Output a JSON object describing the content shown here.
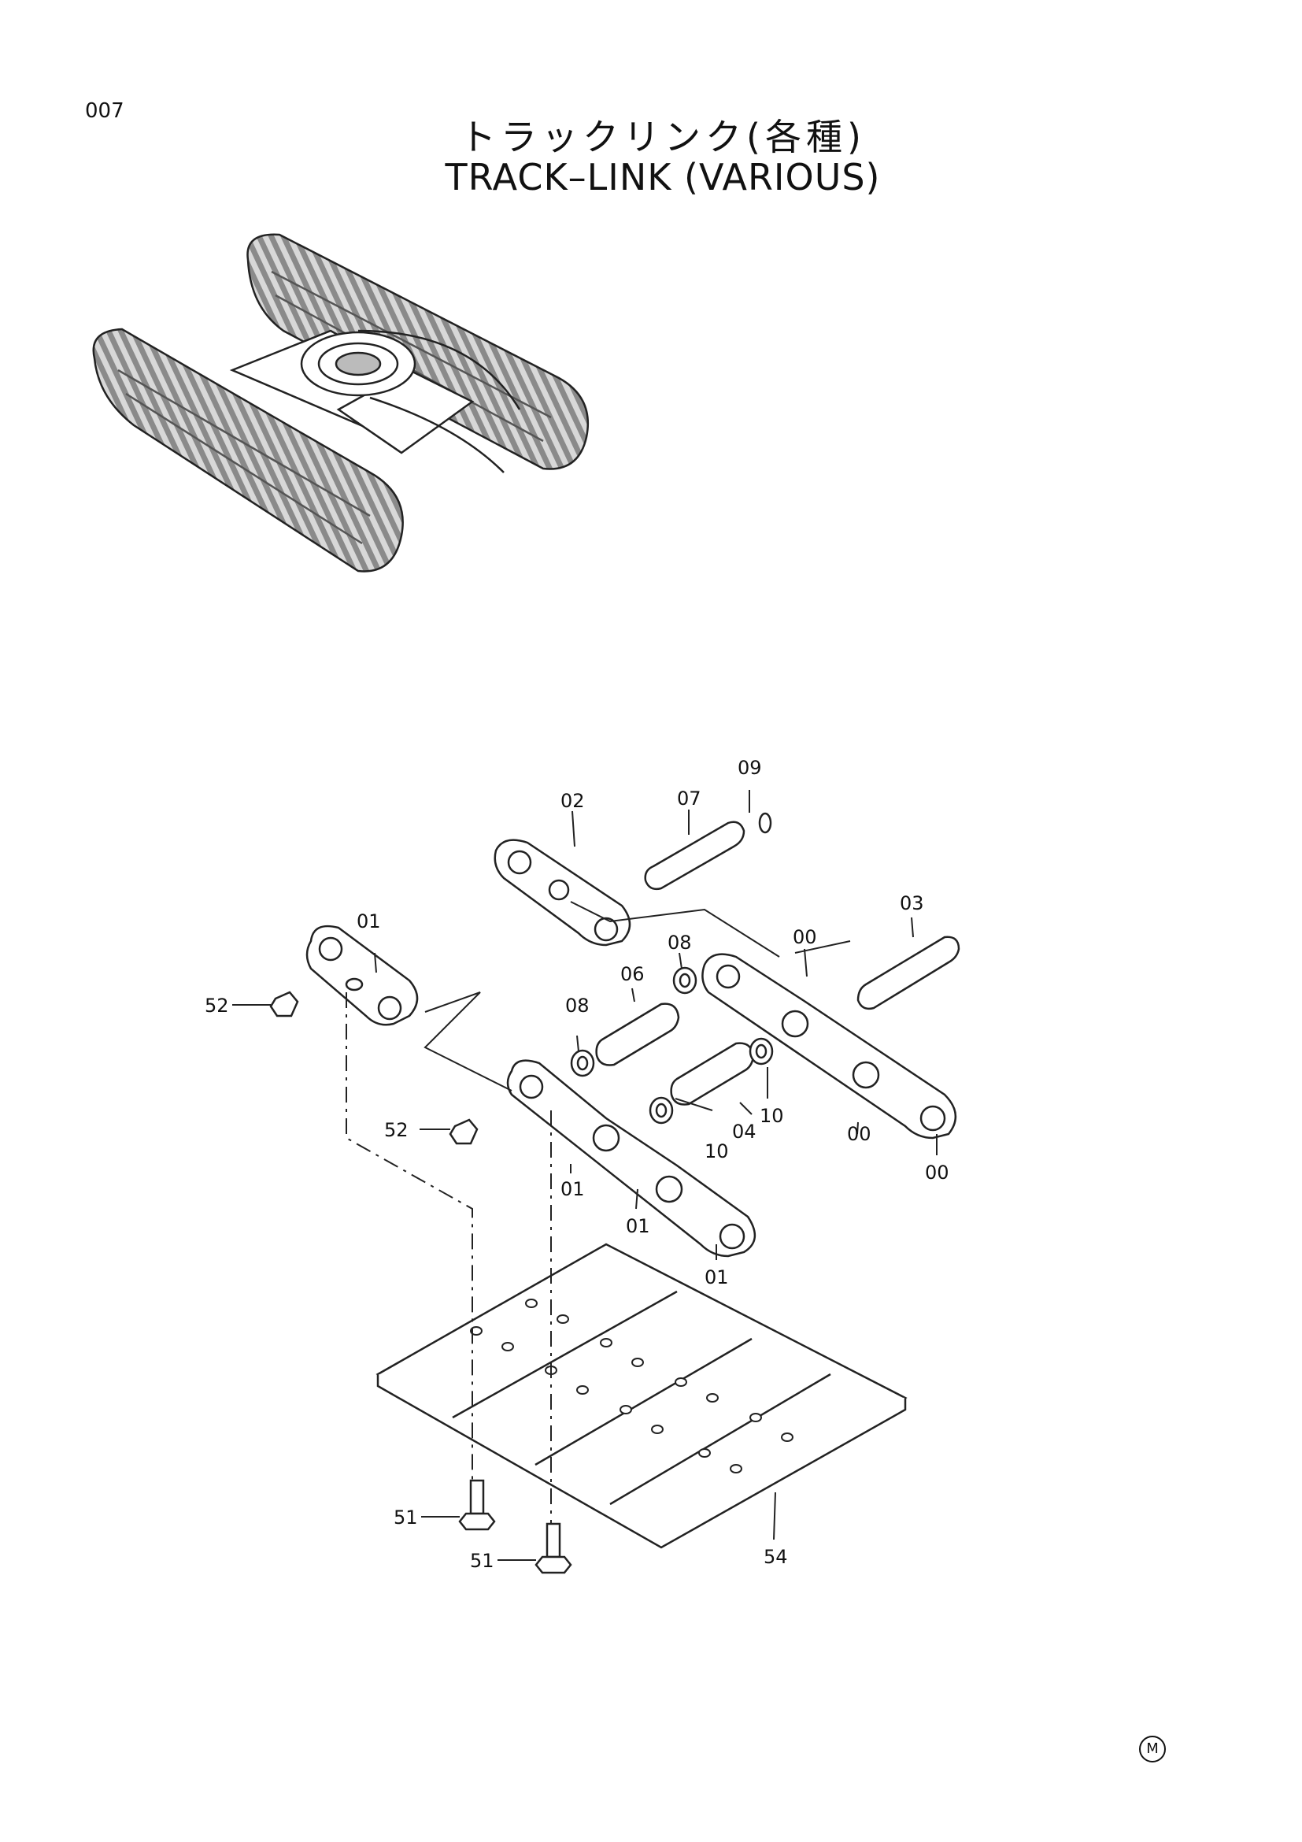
{
  "page_number": "007",
  "title_jp": "トラックリンク(各種)",
  "title_en": "TRACK–LINK (VARIOUS)",
  "callouts": [
    {
      "id": "c09",
      "text": "09"
    },
    {
      "id": "c07",
      "text": "07"
    },
    {
      "id": "c02",
      "text": "02"
    },
    {
      "id": "c03",
      "text": "03"
    },
    {
      "id": "c00a",
      "text": "00"
    },
    {
      "id": "c08a",
      "text": "08"
    },
    {
      "id": "c06",
      "text": "06"
    },
    {
      "id": "c01a",
      "text": "01"
    },
    {
      "id": "c52a",
      "text": "52"
    },
    {
      "id": "c08b",
      "text": "08"
    },
    {
      "id": "c10a",
      "text": "10"
    },
    {
      "id": "c04",
      "text": "04"
    },
    {
      "id": "c10b",
      "text": "10"
    },
    {
      "id": "c00b",
      "text": "00"
    },
    {
      "id": "c00c",
      "text": "00"
    },
    {
      "id": "c52b",
      "text": "52"
    },
    {
      "id": "c01b",
      "text": "01"
    },
    {
      "id": "c01c",
      "text": "01"
    },
    {
      "id": "c01d",
      "text": "01"
    },
    {
      "id": "c51a",
      "text": "51"
    },
    {
      "id": "c51b",
      "text": "51"
    },
    {
      "id": "c54",
      "text": "54"
    }
  ],
  "mark_symbol": "M"
}
